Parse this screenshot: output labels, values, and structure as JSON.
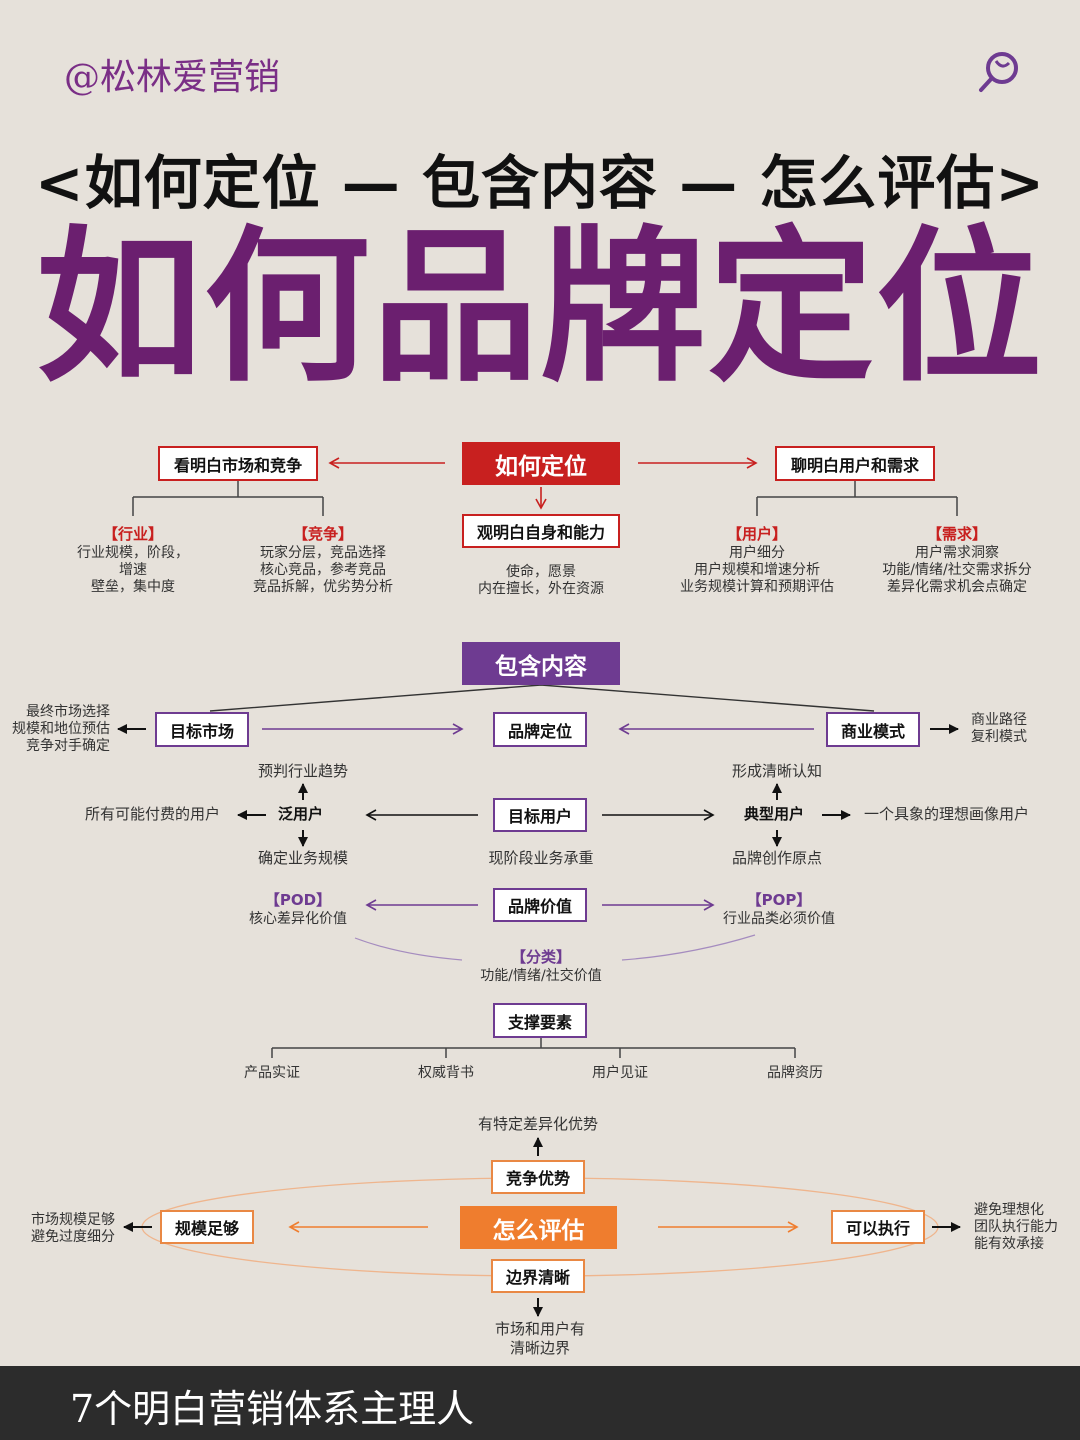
{
  "header": {
    "handle": "@松林爱营销",
    "subtitle": "<如何定位 — 包含内容 — 怎么评估>",
    "title": "如何品牌定位"
  },
  "colors": {
    "red": "#c8201f",
    "purple": "#6e3b91",
    "orange": "#ef7d2e",
    "title": "#6b1f6f",
    "background": "#e6e1da"
  },
  "icons": {
    "logo": "magnifier-logo-icon"
  },
  "positioning": {
    "title": "如何定位",
    "market": {
      "label": "看明白市场和竞争",
      "industry": {
        "tag": "【行业】",
        "lines": [
          "行业规模，阶段，",
          "增速",
          "壁垒，集中度"
        ]
      },
      "competition": {
        "tag": "【竞争】",
        "lines": [
          "玩家分层，竞品选择",
          "核心竞品，参考竞品",
          "竞品拆解，优劣势分析"
        ]
      }
    },
    "self": {
      "label": "观明白自身和能力",
      "lines": [
        "使命，愿景",
        "内在擅长，外在资源"
      ]
    },
    "user": {
      "label": "聊明白用户和需求",
      "users": {
        "tag": "【用户】",
        "lines": [
          "用户细分",
          "用户规模和增速分析",
          "业务规模计算和预期评估"
        ]
      },
      "needs": {
        "tag": "【需求】",
        "lines": [
          "用户需求洞察",
          "功能/情绪/社交需求拆分",
          "差异化需求机会点确定"
        ]
      }
    }
  },
  "content": {
    "title": "包含内容",
    "target_market": {
      "label": "目标市场",
      "notes": [
        "最终市场选择",
        "规模和地位预估",
        "竞争对手确定"
      ]
    },
    "brand_position": {
      "label": "品牌定位"
    },
    "business_model": {
      "label": "商业模式",
      "notes": [
        "商业路径",
        "复利模式"
      ]
    },
    "target_user": {
      "label": "目标用户",
      "below": "现阶段业务承重"
    },
    "broad_user": {
      "label": "泛用户",
      "above": "预判行业趋势",
      "left": "所有可能付费的用户",
      "below": "确定业务规模"
    },
    "typical_user": {
      "label": "典型用户",
      "above": "形成清晰认知",
      "right": "一个具象的理想画像用户",
      "below": "品牌创作原点"
    },
    "brand_value": {
      "label": "品牌价值",
      "pod": {
        "tag": "【POD】",
        "text": "核心差异化价值"
      },
      "pop": {
        "tag": "【POP】",
        "text": "行业品类必须价值"
      },
      "category": {
        "tag": "【分类】",
        "text": "功能/情绪/社交价值"
      }
    },
    "support": {
      "label": "支撑要素",
      "items": [
        "产品实证",
        "权威背书",
        "用户见证",
        "品牌资历"
      ]
    }
  },
  "evaluate": {
    "title": "怎么评估",
    "advantage": {
      "label": "竞争优势",
      "note": "有特定差异化优势"
    },
    "scale": {
      "label": "规模足够",
      "notes": [
        "市场规模足够",
        "避免过度细分"
      ]
    },
    "executable": {
      "label": "可以执行",
      "notes": [
        "避免理想化",
        "团队执行能力",
        "能有效承接"
      ]
    },
    "boundary": {
      "label": "边界清晰",
      "notes": [
        "市场和用户有",
        "清晰边界"
      ]
    }
  },
  "footer": {
    "text": "7个明白营销体系主理人"
  }
}
